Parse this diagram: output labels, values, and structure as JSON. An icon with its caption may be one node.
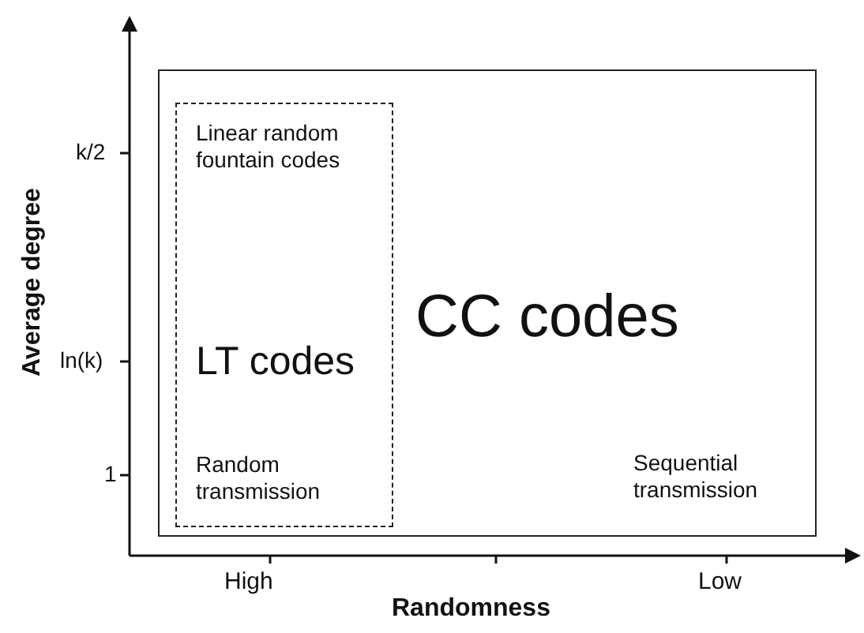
{
  "diagram": {
    "nodes": [
      {
        "text": [
          "CC codes",
          "Sequential transmission"
        ]
      },
      {
        "text": [
          "Linear random fountain codes",
          "LT codes",
          "Random transmission"
        ],
        "in": 0
      }
    ],
    "labels": [
      "k/2",
      "ln(k)",
      "1",
      "Average degree",
      "High",
      "Low",
      "Randomness"
    ]
  }
}
